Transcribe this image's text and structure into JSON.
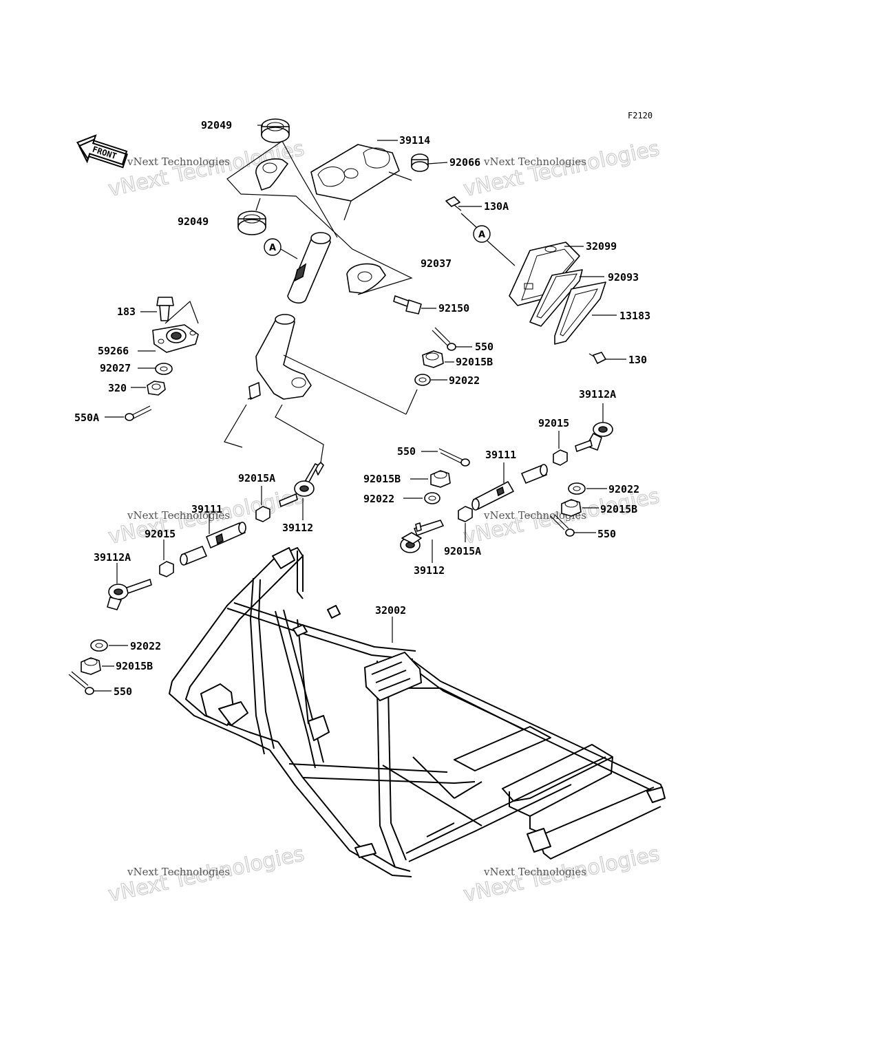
{
  "figure_id": "F2120",
  "front_label": "FRONT",
  "callout_letter": "A",
  "watermark": {
    "line1": "vNext Technologies",
    "line2": "vNext Technologies"
  },
  "labels": {
    "p92049_top": "92049",
    "p39114": "39114",
    "p92066": "92066",
    "p130A": "130A",
    "p92049_bot": "92049",
    "p32099": "32099",
    "p92037": "92037",
    "p92093": "92093",
    "p13183": "13183",
    "p92150": "92150",
    "p183": "183",
    "p550_a": "550",
    "p59266": "59266",
    "p92015B_a": "92015B",
    "p130": "130",
    "p92027": "92027",
    "p92022_a": "92022",
    "p320": "320",
    "p39112A_r": "39112A",
    "p550A": "550A",
    "p92015_r": "92015",
    "p550_b": "550",
    "p39111_r": "39111",
    "p92015A_l": "92015A",
    "p92015B_b": "92015B",
    "p92022_b": "92022",
    "p92022_c": "92022",
    "p39111_l": "39111",
    "p92015B_c": "92015B",
    "p39112_l": "39112",
    "p92015_l": "92015",
    "p550_c": "550",
    "p39112A_l": "39112A",
    "p92015A_r": "92015A",
    "p39112_r": "39112",
    "p32002": "32002",
    "p92022_d": "92022",
    "p92015B_d": "92015B",
    "p550_d": "550"
  }
}
